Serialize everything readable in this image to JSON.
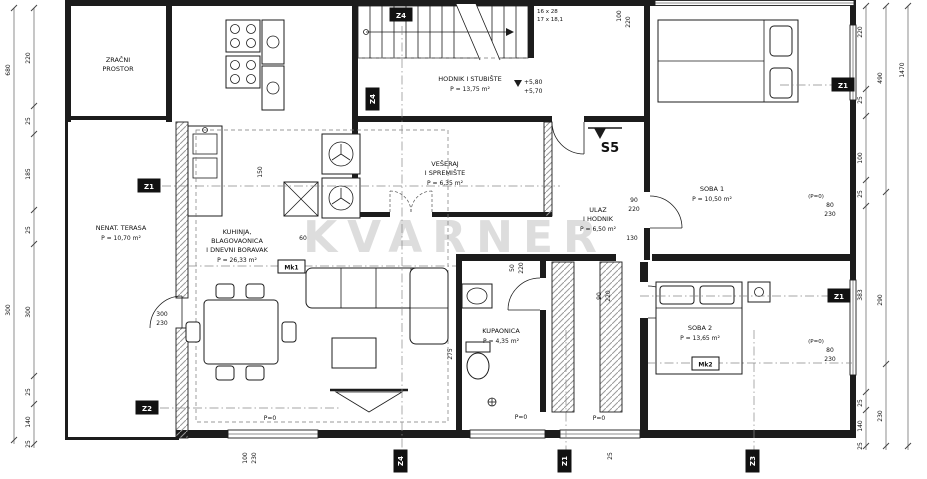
{
  "watermark": "KVARNER",
  "rooms": {
    "zracni1": "ZRAČNI",
    "zracni2": "PROSTOR",
    "terasa_name": "NENAT. TERASA",
    "terasa_area": "P = 10,70 m²",
    "kuhinja1": "KUHINJA,",
    "kuhinja2": "BLAGOVAONICA",
    "kuhinja3": "I DNEVNI BORAVAK",
    "kuhinja_area": "P = 26,33 m²",
    "veseraj1": "VEŠERAJ",
    "veseraj2": "I SPREMIŠTE",
    "veseraj_area": "P = 6,35 m²",
    "hodnik_name": "HODNIK I STUBIŠTE",
    "hodnik_area": "P = 13,75 m²",
    "ulaz1": "ULAZ",
    "ulaz2": "I HODNIK",
    "ulaz_area": "P = 6,50 m²",
    "soba1_name": "SOBA 1",
    "soba1_area": "P = 10,50 m²",
    "soba2_name": "SOBA 2",
    "soba2_area": "P = 13,65 m²",
    "kupaonica_name": "KUPAONICA",
    "kupaonica_area": "P = 4,35 m²"
  },
  "levels": {
    "upper": "+5,80",
    "lower": "+5,70"
  },
  "stairs": {
    "flight_note_1": "16 x 28",
    "flight_note_2": "17 x 18,1"
  },
  "markers": {
    "s5": "S5",
    "z4_top": "Z4",
    "z4_mid": "Z4",
    "z1_left": "Z1",
    "z1_right_top": "Z1",
    "z1_right_mid": "Z1",
    "z2_left": "Z2",
    "z4_bottom": "Z4",
    "z1_bottom": "Z1",
    "z3_bottom": "Z3",
    "mk1": "Mk1",
    "mk2": "Mk2"
  },
  "dims": {
    "left_outer": [
      "680",
      "300"
    ],
    "left_inner": [
      "220",
      "25",
      "185",
      "25",
      "300",
      "25",
      "140",
      "25"
    ],
    "right_inner": [
      "220",
      "25",
      "100",
      "25",
      "383",
      "25",
      "140",
      "25"
    ],
    "right_mid": [
      "490",
      "290",
      "230"
    ],
    "right_outer": "1470",
    "top": [
      "100",
      "220"
    ],
    "bottom": [
      "100",
      "230",
      "25"
    ],
    "interior": {
      "d150": "150",
      "d60": "60",
      "d130": "130",
      "d275": "275",
      "terrace_door_w": "300",
      "terrace_door_h": "230",
      "soba1_door_w": "90",
      "soba1_door_h": "220",
      "bath_door_w": "50",
      "bath_door_h": "220",
      "soba2_door_w": "90",
      "soba2_door_h": "220",
      "win1_p": "(P=0)",
      "win1_w": "80",
      "win1_h": "230",
      "win2_p": "(P=0)",
      "win2_w": "80",
      "win2_h": "230",
      "p0_1": "P=0",
      "p0_2": "P=0",
      "p0_3": "P=0"
    }
  }
}
